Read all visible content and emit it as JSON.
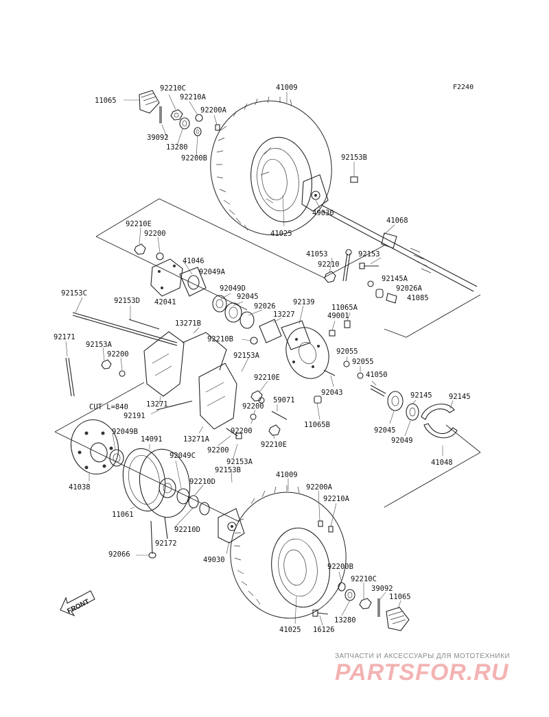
{
  "diagram_code": "F2240",
  "labels": {
    "l11065a": "11065",
    "l92210c_a": "92210C",
    "l92210a_a": "92210A",
    "l92200a_a": "92200A",
    "l39092_a": "39092",
    "l13280_a": "13280",
    "l92200b_a": "92200B",
    "l41009_a": "41009",
    "l92153b_a": "92153B",
    "l41025_a": "41025",
    "l49030_a": "49030",
    "l41068": "41068",
    "l92210e_a": "92210E",
    "l92200_a": "92200",
    "l41046": "41046",
    "l92049a": "92049A",
    "l42041": "42041",
    "l41053": "41053",
    "l92153_a": "92153",
    "l92210_a": "92210",
    "l92145a": "92145A",
    "l92026a": "92026A",
    "l41085": "41085",
    "l92153c": "92153C",
    "l92153d": "92153D",
    "l92049d": "92049D",
    "l92045_a": "92045",
    "l92026": "92026",
    "l92139": "92139",
    "l13227": "13227",
    "l49001": "49001",
    "l11065a_b": "11065A",
    "l13271b": "13271B",
    "l92210b": "92210B",
    "l92171": "92171",
    "l92153a_a": "92153A",
    "l92200_b": "92200",
    "l92153a_b": "92153A",
    "l92055_a": "92055",
    "l92055_b": "92055",
    "l92210e_b": "92210E",
    "l41050": "41050",
    "l59071": "59071",
    "l92043": "92043",
    "l92200_c": "92200",
    "l11065b": "11065B",
    "l13271": "13271",
    "l92145_a": "92145",
    "l92145_b": "92145",
    "l92045_b": "92045",
    "l92049": "92049",
    "l41048": "41048",
    "l_cut": "CUT L=840",
    "l92191": "92191",
    "l13271a": "13271A",
    "l92200_d": "92200",
    "l92210e_c": "92210E",
    "l92049b": "92049B",
    "l14091": "14091",
    "l92049c": "92049C",
    "l92200_e": "92200",
    "l92153a_c": "92153A",
    "l92153b_b": "92153B",
    "l41038": "41038",
    "l92210d_a": "92210D",
    "l11061": "11061",
    "l92210d_b": "92210D",
    "l92172": "92172",
    "l92066": "92066",
    "l41009_b": "41009",
    "l92200a_b": "92200A",
    "l92210a_b": "92210A",
    "l49030_b": "49030",
    "l92200b_b": "92200B",
    "l92210c_b": "92210C",
    "l39092_b": "39092",
    "l11065_b": "11065",
    "l41025_b": "41025",
    "l16126": "16126",
    "l13280_b": "13280"
  },
  "front_label": "FRONT",
  "watermark": {
    "caption": "ЗАПЧАСТИ И АКСЕССУАРЫ ДЛЯ МОТОТЕХНИКИ",
    "logo": "PARTSFOR.RU"
  }
}
